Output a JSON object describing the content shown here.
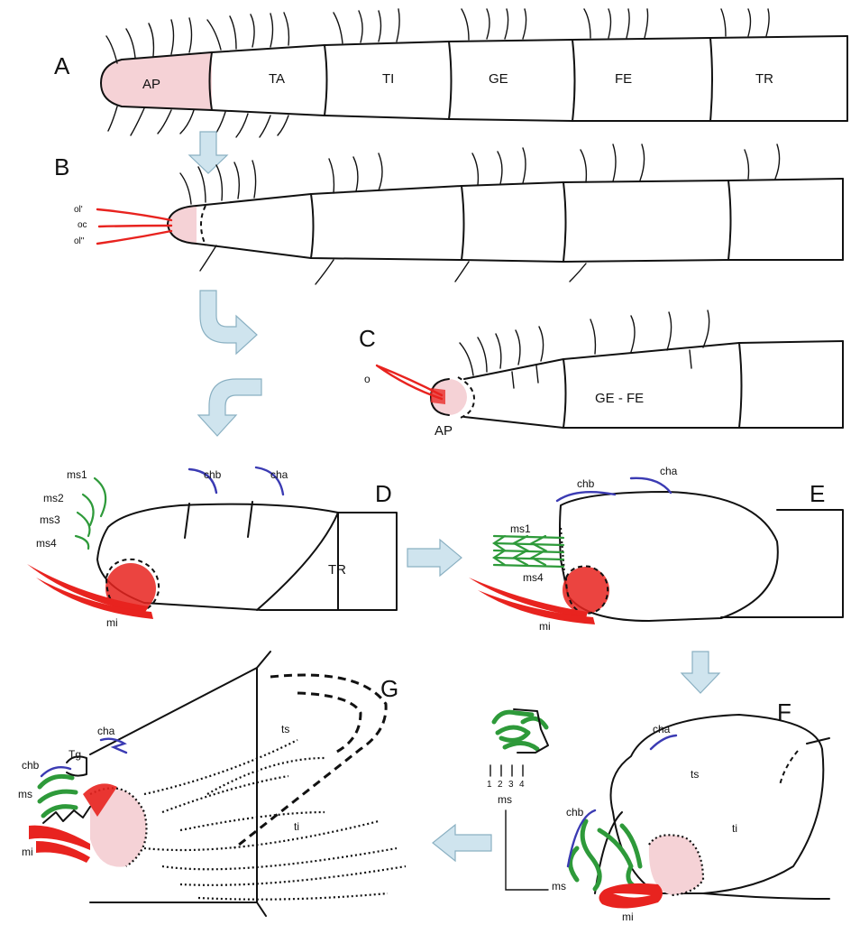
{
  "panels": {
    "A": {
      "letter": "A",
      "segments": [
        "AP",
        "TA",
        "TI",
        "GE",
        "FE",
        "TR"
      ]
    },
    "B": {
      "letter": "B",
      "claw_labels": [
        "ol'",
        "oc",
        "ol\""
      ]
    },
    "C": {
      "letter": "C",
      "labels": {
        "o": "o",
        "ap": "AP",
        "gefe": "GE - FE"
      }
    },
    "D": {
      "letter": "D",
      "labels": {
        "ms1": "ms1",
        "ms2": "ms2",
        "ms3": "ms3",
        "ms4": "ms4",
        "chb": "chb",
        "cha": "cha",
        "tr": "TR",
        "mi": "mi"
      }
    },
    "E": {
      "letter": "E",
      "labels": {
        "ms1": "ms1",
        "ms4": "ms4",
        "chb": "chb",
        "cha": "cha",
        "mi": "mi"
      }
    },
    "F": {
      "letter": "F",
      "labels": {
        "cha": "cha",
        "ts": "ts",
        "ti": "ti",
        "chb": "chb",
        "ms": "ms",
        "mi": "mi",
        "inset_numbers": [
          "1",
          "2",
          "3",
          "4"
        ],
        "inset_ms": "ms"
      }
    },
    "G": {
      "letter": "G",
      "labels": {
        "cha": "cha",
        "tg": "Tg",
        "chb": "chb",
        "ms": "ms",
        "mi": "mi",
        "ts": "ts",
        "ti": "ti"
      }
    }
  },
  "colors": {
    "pink": "#f5d2d6",
    "red": "#e8231f",
    "green": "#2e9a3a",
    "blue": "#3b3bb3",
    "arrow": "#cfe4ee"
  }
}
